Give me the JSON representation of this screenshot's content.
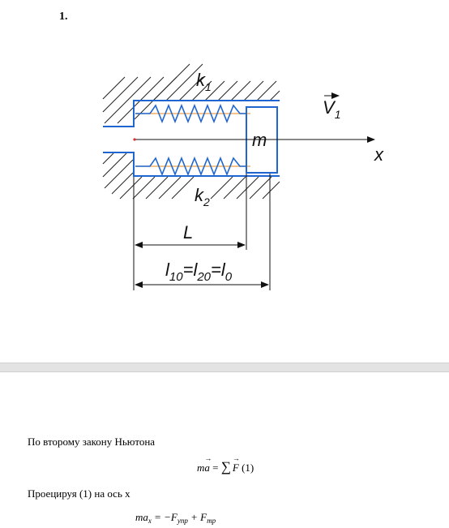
{
  "problem_number": "1.",
  "diagram": {
    "k1": "k",
    "k1_sub": "1",
    "k2": "k",
    "k2_sub": "2",
    "mass": "m",
    "velocity": "V",
    "velocity_sub": "1",
    "axis": "x",
    "length": "L",
    "eq_l10": "l",
    "eq_l10_sub": "10",
    "eq_sep1": "=",
    "eq_l20": "l",
    "eq_l20_sub": "20",
    "eq_sep2": "=",
    "eq_l0": "l",
    "eq_l0_sub": "0"
  },
  "text": {
    "newton_line": "По второму закону Ньютона",
    "eq1_m": "m",
    "eq1_a": "a",
    "eq1_eq": " = ",
    "eq1_sum": "∑",
    "eq1_f": "F",
    "eq1_num": " (1)",
    "project_line": "Проецируя (1) на ось x",
    "eq2_lhs": "ma",
    "eq2_lhs_sub": "x",
    "eq2_mid": " = −F",
    "eq2_mid_sub": "упр",
    "eq2_plus": " + F",
    "eq2_plus_sub": "тр"
  },
  "colors": {
    "outline": "#1f66d0",
    "spring_axis": "#f0a040",
    "ink": "#111111"
  }
}
